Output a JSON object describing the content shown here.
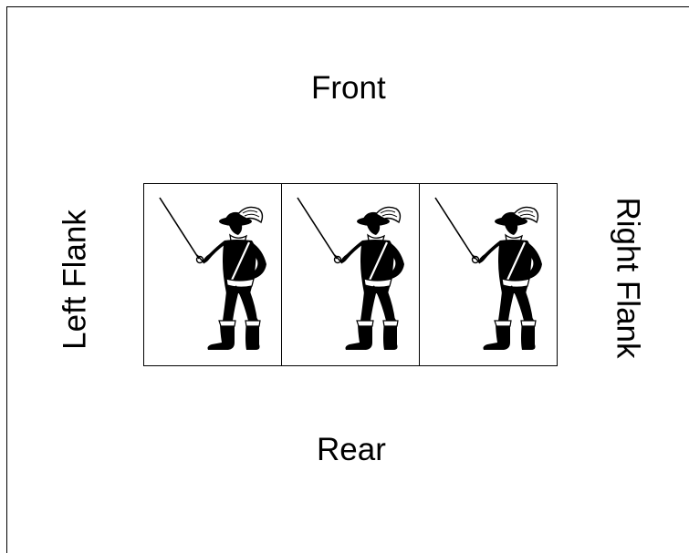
{
  "labels": {
    "front": "Front",
    "rear": "Rear",
    "left_flank": "Left Flank",
    "right_flank": "Right Flank"
  },
  "formation": {
    "units": [
      {
        "icon": "musketeer-icon"
      },
      {
        "icon": "musketeer-icon"
      },
      {
        "icon": "musketeer-icon"
      }
    ]
  },
  "colors": {
    "ink": "#000000",
    "background": "#ffffff"
  }
}
